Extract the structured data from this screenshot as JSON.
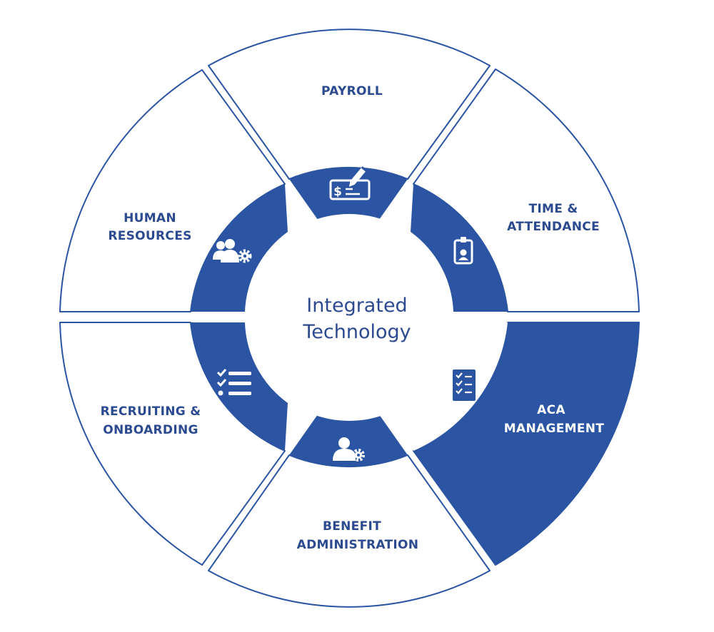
{
  "center": {
    "line1": "Integrated",
    "line2": "Technology"
  },
  "segments": [
    {
      "id": "payroll",
      "lines": [
        "PAYROLL"
      ],
      "icon": "check-dollar-icon",
      "highlighted": false
    },
    {
      "id": "time",
      "lines": [
        "TIME &",
        "ATTENDANCE"
      ],
      "icon": "id-badge-icon",
      "highlighted": false
    },
    {
      "id": "aca",
      "lines": [
        "ACA",
        "MANAGEMENT"
      ],
      "icon": "checklist-document-icon",
      "highlighted": true
    },
    {
      "id": "benefit",
      "lines": [
        "BENEFIT",
        "ADMINISTRATION"
      ],
      "icon": "user-gear-icon",
      "highlighted": false
    },
    {
      "id": "recruit",
      "lines": [
        "RECRUITING &",
        "ONBOARDING"
      ],
      "icon": "checklist-icon",
      "highlighted": false
    },
    {
      "id": "hr",
      "lines": [
        "HUMAN",
        "RESOURCES"
      ],
      "icon": "team-gear-icon",
      "highlighted": false
    }
  ],
  "colors": {
    "brand_blue": "#2b55a3",
    "text_blue": "#2b4a8f",
    "white": "#ffffff"
  }
}
